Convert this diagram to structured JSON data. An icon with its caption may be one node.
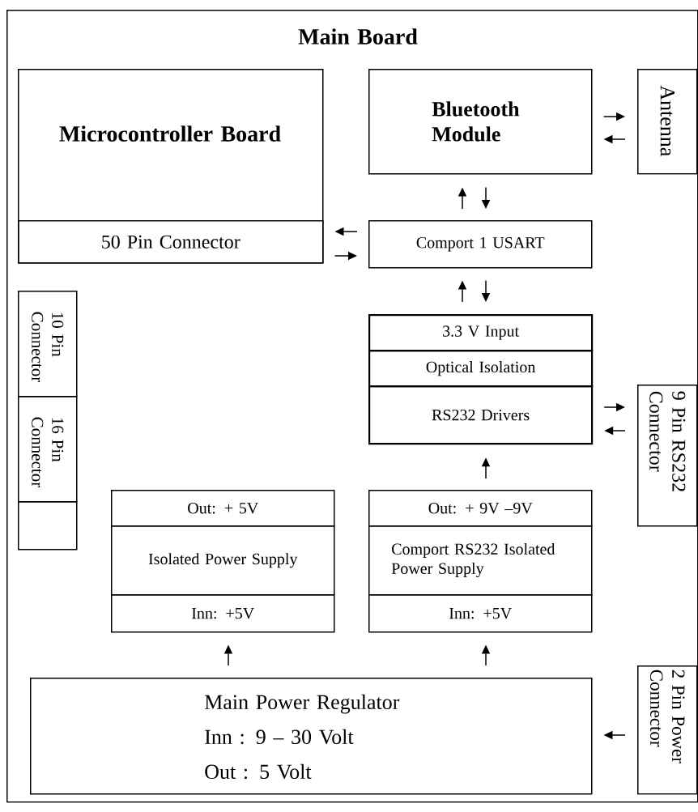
{
  "diagram": {
    "nodes": [
      {
        "text": [
          "Main Board"
        ]
      },
      {
        "text": [
          "Microcontroller Board"
        ],
        "in": 0
      },
      {
        "text": [
          "50 Pin Connector"
        ],
        "in": 1
      },
      {
        "text": [
          "Bluetooth Module"
        ],
        "in": 0
      },
      {
        "text": [
          "Antenna"
        ],
        "in": 0
      },
      {
        "text": [
          "Comport 1 USART"
        ],
        "in": 0
      },
      {
        "text": [
          "3.3 V  Input"
        ],
        "in": 0
      },
      {
        "text": [
          "Optical Isolation"
        ],
        "in": 0
      },
      {
        "text": [
          "RS232 Drivers"
        ],
        "in": 0
      },
      {
        "text": [
          "9 Pin RS232 Connector"
        ],
        "in": 0
      },
      {
        "text": [
          "10 Pin Connector"
        ],
        "in": 0
      },
      {
        "text": [
          "16 Pin Connector"
        ],
        "in": 0
      },
      {
        "text": [],
        "shape": "box",
        "in": 0
      },
      {
        "text": [
          "Out: + 5V"
        ],
        "in": 0
      },
      {
        "text": [
          "Isolated Power Supply"
        ],
        "in": 0
      },
      {
        "text": [
          "Inn: +5V"
        ],
        "in": 0
      },
      {
        "text": [
          "Out: + 9V –9V"
        ],
        "in": 0
      },
      {
        "text": [
          "Comport RS232 Isolated Power Supply"
        ],
        "in": 0
      },
      {
        "text": [
          "Inn: +5V"
        ],
        "in": 0
      },
      {
        "text": [
          "Main Power Regulator",
          "Inn : 9 – 30 Volt",
          "Out : 5 Volt"
        ],
        "in": 0
      },
      {
        "text": [
          "2 Pin Power Connector"
        ],
        "in": 0
      }
    ],
    "edges": [
      {
        "from": 3,
        "to": 4,
        "arrow": "to"
      },
      {
        "from": 4,
        "to": 3,
        "arrow": "to"
      },
      {
        "from": 5,
        "to": 3,
        "arrow": "to"
      },
      {
        "from": 3,
        "to": 5,
        "arrow": "to"
      },
      {
        "from": 5,
        "to": 2,
        "arrow": "to"
      },
      {
        "from": 2,
        "to": 5,
        "arrow": "to"
      },
      {
        "from": 6,
        "to": 5,
        "arrow": "to"
      },
      {
        "from": 5,
        "to": 6,
        "arrow": "to"
      },
      {
        "from": 8,
        "to": 9,
        "arrow": "to"
      },
      {
        "from": 9,
        "to": 8,
        "arrow": "to"
      },
      {
        "from": 16,
        "to": 8,
        "arrow": "to"
      },
      {
        "from": 19,
        "to": 15,
        "arrow": "to"
      },
      {
        "from": 19,
        "to": 18,
        "arrow": "to"
      },
      {
        "from": 20,
        "to": 19,
        "arrow": "to"
      }
    ]
  }
}
